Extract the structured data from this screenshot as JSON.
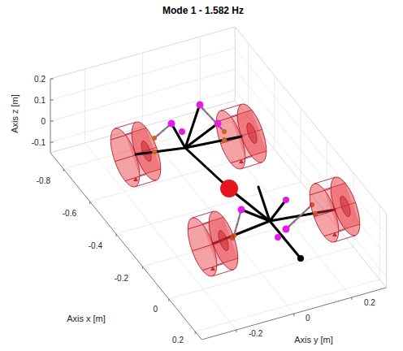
{
  "diagram": {
    "title": "Mode 1 - 1.582 Hz",
    "labels": [
      "0.2",
      "0.1",
      "0",
      "-0.1",
      "Axis z [m]",
      "-0.8",
      "-0.6",
      "-0.4",
      "-0.2",
      "0",
      "0.2",
      "Axis x [m]",
      "-0.2",
      "0",
      "0.2",
      "Axis y [m]"
    ]
  }
}
